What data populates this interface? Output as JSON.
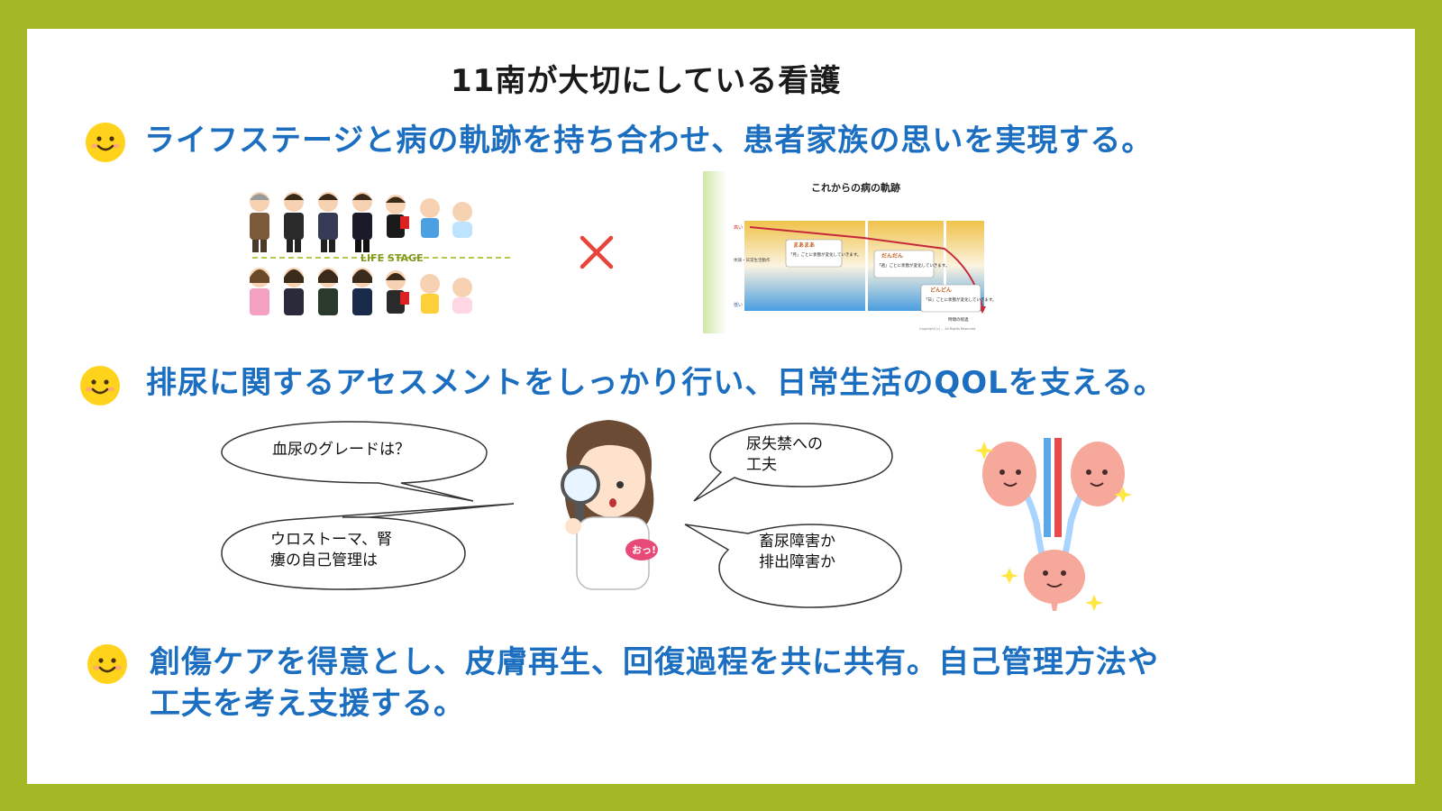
{
  "title": "11南が大切にしている看護",
  "bullets": [
    "ライフステージと病の軌跡を持ち合わせ、患者家族の思いを実現する。",
    "排尿に関するアセスメントをしっかり行い、日常生活のQOLを支える。",
    "創傷ケアを得意とし、皮膚再生、回復過程を共に共有。自己管理方法や",
    "工夫を考え支援する。"
  ],
  "life_stage_label": "LIFE STAGE",
  "trajectory_chart": {
    "title": "これからの病の軌跡",
    "y_top": "高い",
    "y_mid": "体調・日常生活動作",
    "y_bottom": "低い",
    "phase1_title": "まあまあ",
    "phase1_text": "「月」ごとに状態が変化していきます。",
    "phase2_title": "だんだん",
    "phase2_text": "「週」ごとに状態が変化していきます。",
    "phase3_title": "どんどん",
    "phase3_text": "「日」ごとに状態が変化していきます。",
    "x_label": "時間の経過",
    "copyright": "Copyright (c) ... All Rights Reserved"
  },
  "speech_bubbles": {
    "b1": "血尿のグレードは？",
    "b2_line1": "ウロストーマ、腎",
    "b2_line2": "瘻の自己管理は",
    "b3_line1": "尿失禁への",
    "b3_line2": "工夫",
    "b4_line1": "畜尿障害か",
    "b4_line2": "排出障害か"
  },
  "nurse_exclamation": "おっ!",
  "colors": {
    "frame": "#a3b826",
    "accent": "#1c6fc0",
    "cross": "#e8443a"
  }
}
